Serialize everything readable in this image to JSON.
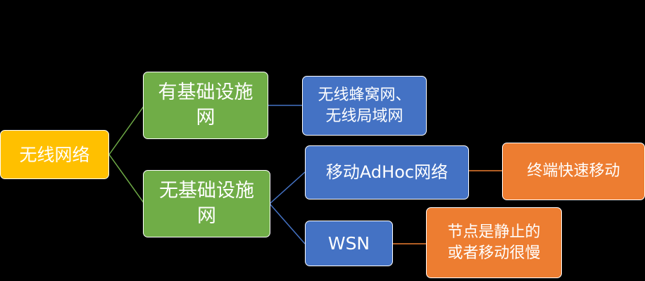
{
  "nodes": {
    "root": {
      "label": "无线网络",
      "color": "#ffc000"
    },
    "infra": {
      "label_line1": "有基础设施",
      "label_line2": "网",
      "color": "#70ad47"
    },
    "noinfra": {
      "label_line1": "无基础设施",
      "label_line2": "网",
      "color": "#70ad47"
    },
    "cellular": {
      "label_line1": "无线蜂窝网、",
      "label_line2": "无线局域网",
      "color": "#4472c4"
    },
    "adhoc": {
      "label": "移动AdHoc网络",
      "color": "#4472c4"
    },
    "wsn": {
      "label": "WSN",
      "color": "#4472c4"
    },
    "fast_move": {
      "label": "终端快速移动",
      "color": "#ed7d31"
    },
    "static": {
      "label_line1": "节点是静止的",
      "label_line2": "或者移动很慢",
      "color": "#ed7d31"
    }
  },
  "edges": [
    {
      "from": "root",
      "to": "infra",
      "color": "#70ad47"
    },
    {
      "from": "root",
      "to": "noinfra",
      "color": "#70ad47"
    },
    {
      "from": "infra",
      "to": "cellular",
      "color": "#4472c4"
    },
    {
      "from": "noinfra",
      "to": "adhoc",
      "color": "#4472c4"
    },
    {
      "from": "noinfra",
      "to": "wsn",
      "color": "#4472c4"
    },
    {
      "from": "adhoc",
      "to": "fast_move",
      "color": "#ed7d31"
    },
    {
      "from": "wsn",
      "to": "static",
      "color": "#ed7d31"
    }
  ]
}
